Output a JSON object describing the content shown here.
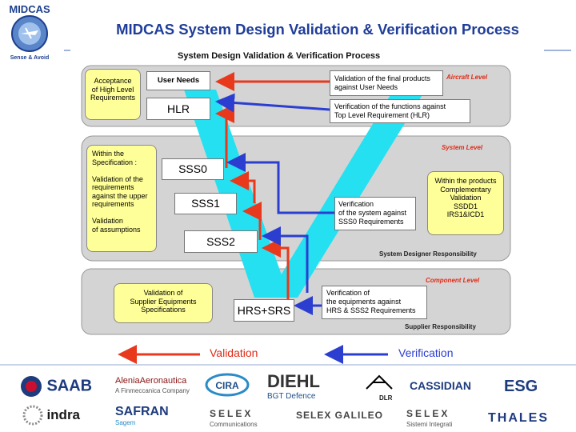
{
  "header": {
    "logo_text": "MIDCAS",
    "logo_tagline": "Sense & Avoid",
    "title": "MIDCAS System Design Validation & Verification Process"
  },
  "diagram": {
    "title": "System Design Validation & Verification Process",
    "levels": {
      "aircraft": "Aircraft Level",
      "system": "System Level",
      "component": "Component Level"
    },
    "responsibilities": {
      "system": "System Designer Responsibility",
      "supplier": "Supplier Responsibility"
    },
    "stages": [
      "User Needs",
      "HLR",
      "SSS0",
      "SSS1",
      "SSS2",
      "HRS+SRS"
    ],
    "notes": {
      "acceptance": "Acceptance\nof High Level\nRequirements",
      "within_spec": "Within the\nSpecification :\n\nValidation of the\nrequirements\nagainst the upper\n requirements\n\nValidation\nof assumptions",
      "within_products": "Within the products\nComplementary\nValidation\nSSDD1\nIRS1&ICD1",
      "supplier_validation": "Validation of\nSupplier Equipments\nSpecifications",
      "final_products": "Validation of the final products\nagainst User Needs",
      "functions": "Verification of the functions against\nTop Level Requirement (HLR)",
      "system_verif": "Verification\nof the system against\nSSS0 Requirements",
      "equipment_verif": "Verification of\nthe equipments against\nHRS & SSS2 Requirements"
    },
    "colors": {
      "validation": "#e8391d",
      "verification": "#2b3ecf",
      "v_band": "#25e0f0",
      "panel": "#d4d4d4"
    }
  },
  "legend": {
    "validation": "Validation",
    "verification": "Verification"
  },
  "partners": {
    "row1": [
      "SAAB",
      "AleniaAeronautica",
      "CIRA",
      "DIEHL",
      "DLR",
      "CASSIDIAN",
      "ESG"
    ],
    "row1_sub": {
      "alenia": "A Finmeccanica Company",
      "diehl": "BGT Defence"
    },
    "row2": [
      "indra",
      "SAFRAN",
      "SELEX",
      "SELEX GALILEO",
      "SELEX",
      "THALES"
    ],
    "row2_sub": {
      "safran": "Sagem",
      "selex1": "Communications",
      "selex3": "Sistemi Integrati"
    }
  }
}
